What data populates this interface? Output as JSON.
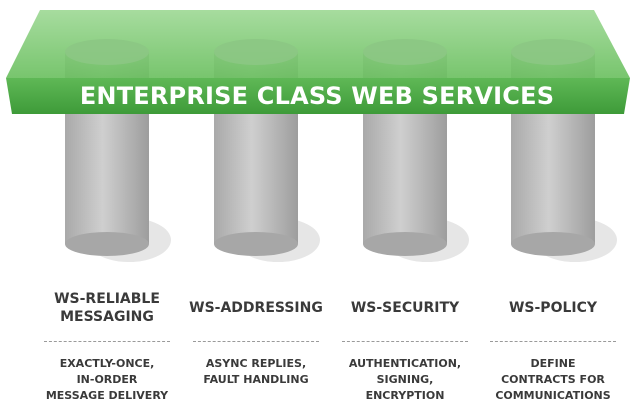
{
  "banner": {
    "title": "ENTERPRISE CLASS WEB SERVICES"
  },
  "pillars": [
    {
      "name": "WS-RELIABLE MESSAGING",
      "title_lines": [
        "WS-RELIABLE",
        "MESSAGING"
      ],
      "desc_lines": [
        "EXACTLY-ONCE,",
        "IN-ORDER",
        "MESSAGE DELIVERY"
      ]
    },
    {
      "name": "WS-ADDRESSING",
      "title_lines": [
        "WS-ADDRESSING"
      ],
      "desc_lines": [
        "ASYNC REPLIES,",
        "FAULT HANDLING"
      ]
    },
    {
      "name": "WS-SECURITY",
      "title_lines": [
        "WS-SECURITY"
      ],
      "desc_lines": [
        "AUTHENTICATION,",
        "SIGNING,",
        "ENCRYPTION"
      ]
    },
    {
      "name": "WS-POLICY",
      "title_lines": [
        "WS-POLICY"
      ],
      "desc_lines": [
        "DEFINE",
        "CONTRACTS FOR",
        "COMMUNICATIONS"
      ]
    }
  ],
  "colors": {
    "green": "#58b74f",
    "green_dark": "#3e9a3a",
    "pillar": "#b9b9b9",
    "text": "#3a3a3a"
  }
}
